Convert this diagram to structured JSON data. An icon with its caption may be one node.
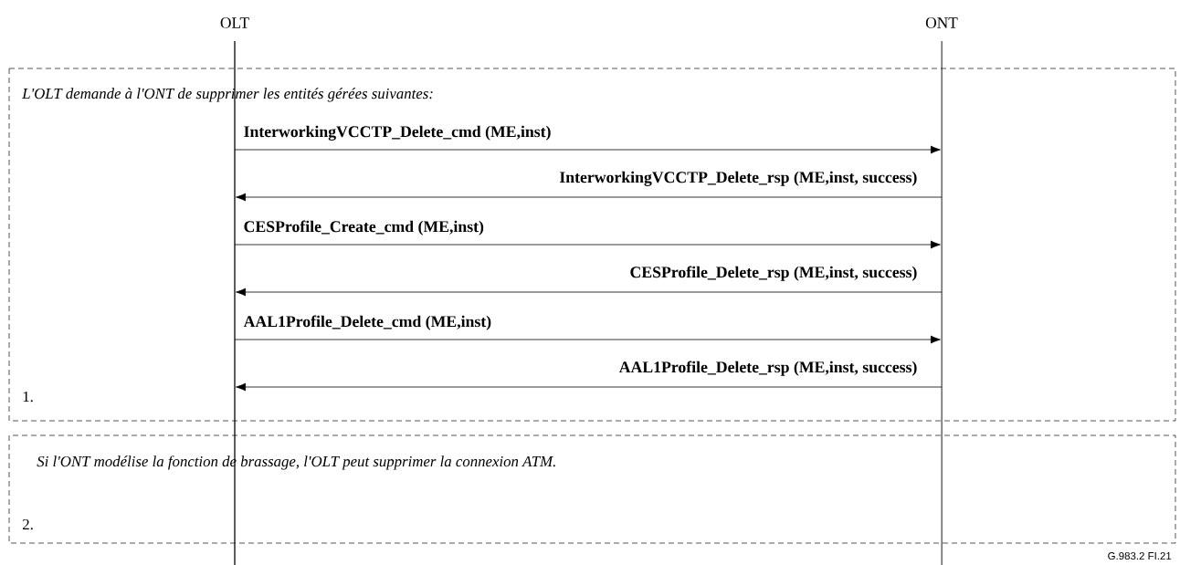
{
  "diagram": {
    "nodes": [
      {
        "text": [],
        "shape": "line",
        "beside": [
          "OLT"
        ]
      },
      {
        "text": [],
        "shape": "line",
        "beside": [
          "ONT"
        ]
      }
    ],
    "edges": [
      {
        "from": 0,
        "to": 1,
        "arrow": "to",
        "label": "InterworkingVCCTP_Delete_cmd (ME,inst)"
      },
      {
        "from": 1,
        "to": 0,
        "arrow": "to",
        "label": "InterworkingVCCTP_Delete_rsp (ME,inst, success)"
      },
      {
        "from": 0,
        "to": 1,
        "arrow": "to",
        "label": "CESProfile_Create_cmd (ME,inst)"
      },
      {
        "from": 1,
        "to": 0,
        "arrow": "to",
        "label": "CESProfile_Delete_rsp (ME,inst, success)"
      },
      {
        "from": 0,
        "to": 1,
        "arrow": "to",
        "label": "AAL1Profile_Delete_cmd (ME,inst)"
      },
      {
        "from": 1,
        "to": 0,
        "arrow": "to",
        "label": "AAL1Profile_Delete_rsp (ME,inst, success)"
      }
    ],
    "labels": [
      "L'OLT demande à l'ONT de supprimer les entités gérées suivantes:",
      "1.",
      "Si l'ONT modélise la fonction de brassage, l'OLT peut supprimer la connexion ATM.",
      "2.",
      "G.983.2 FI.21"
    ]
  }
}
